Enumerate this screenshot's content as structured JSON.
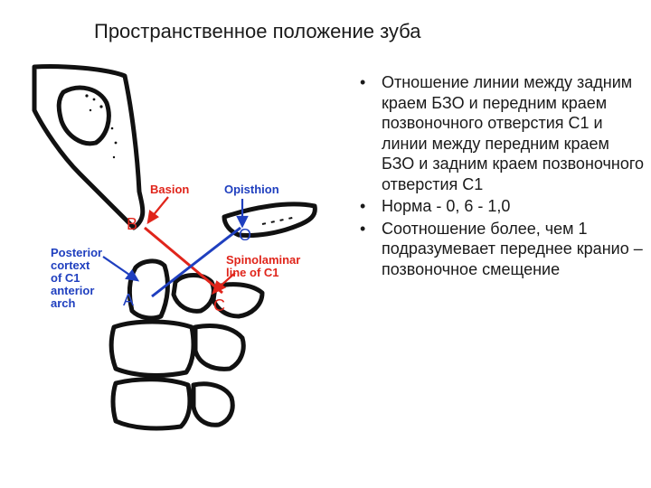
{
  "title": "Пространственное положение зуба",
  "diagram": {
    "labels": {
      "basion": "Basion",
      "opisthion": "Opisthion",
      "point_b": "B",
      "point_o": "O",
      "point_a": "A",
      "point_c": "C",
      "posterior_cortex": [
        "Posterior",
        "cortext",
        "of C1",
        "anterior",
        "arch"
      ],
      "spinolaminar": [
        "Spinolaminar",
        "line of C1"
      ]
    },
    "colors": {
      "red": "#e0251b",
      "blue": "#1f3fbf",
      "bone_outline": "#111111"
    }
  },
  "bullets": [
    "Отношение линии между задним краем БЗО и передним краем позвоночного отверстия С1 и линии между передним краем БЗО и задним краем позвоночного отверстия С1",
    "Норма - 0, 6 - 1,0",
    "Соотношение более, чем 1 подразумевает переднее кранио – позвоночное смещение"
  ]
}
